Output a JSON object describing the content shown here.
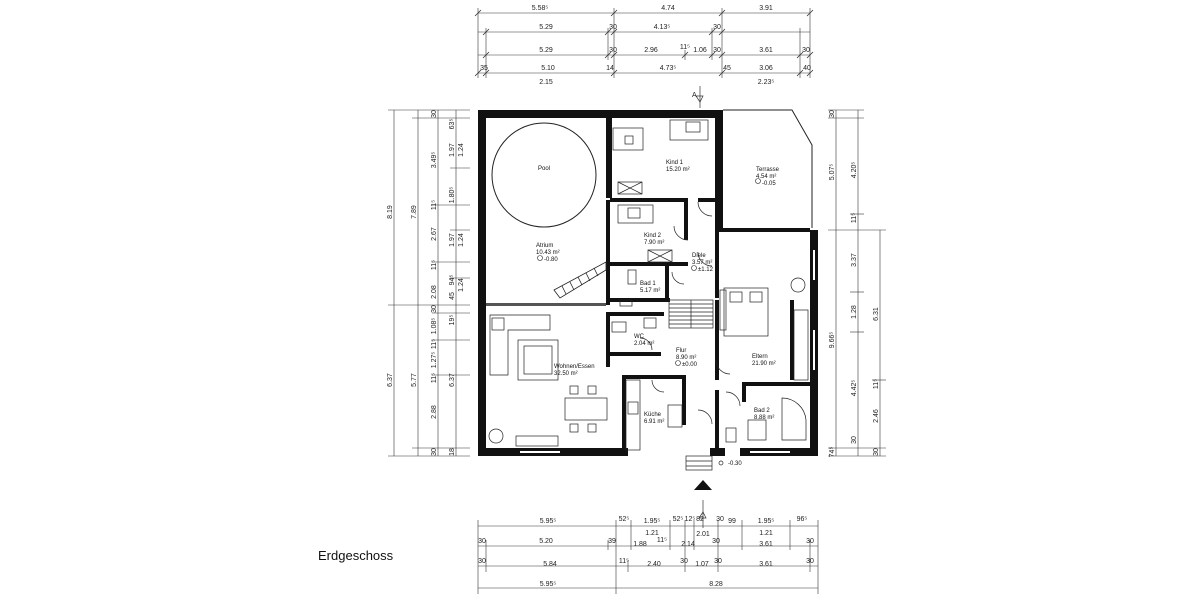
{
  "caption": "Erdgeschoss",
  "dims_top": {
    "row1": [
      "5.58⁵",
      "4.74",
      "3.91"
    ],
    "row2": [
      "5.29",
      "30",
      "4.13⁵",
      "30"
    ],
    "row3": [
      "5.29",
      "30",
      "2.96",
      "11⁵",
      "1.06",
      "30",
      "3.61",
      "30"
    ],
    "row4": [
      "35",
      "5.10",
      "14",
      "4.73⁵",
      "45",
      "3.06",
      "40"
    ],
    "row5": [
      "2.15",
      "2.23⁵"
    ]
  },
  "dims_bottom": {
    "row1": [
      "5.95⁵",
      "52⁵",
      "1.95⁵",
      "52⁵",
      "12⁵",
      "30",
      "99",
      "1.95⁵",
      "96⁵"
    ],
    "row1b": [
      "1.21",
      "82",
      "1.21"
    ],
    "row2": [
      "30",
      "5.20",
      "39",
      "1.88",
      "11⁵",
      "2.14",
      "30",
      "3.61",
      "30"
    ],
    "row2b": [
      "2.01"
    ],
    "row3": [
      "30",
      "5.84",
      "11⁵",
      "2.40",
      "30",
      "1.07",
      "30",
      "3.61",
      "30"
    ],
    "row4": [
      "5.95⁵",
      "8.28"
    ]
  },
  "dims_left": {
    "total": [
      "8.19",
      "6.37"
    ],
    "col2": [
      "7.89",
      "5.77"
    ],
    "col3": [
      "30",
      "3.49⁵",
      "11⁵",
      "2.67",
      "11⁵",
      "2.08",
      "30",
      "1.08⁵",
      "11⁵",
      "1.27⁵",
      "11⁵",
      "2.88",
      "30"
    ],
    "col4": [
      "63⁵",
      "1.97",
      "1.80⁵",
      "1.97",
      "94⁵",
      "45",
      "19⁵",
      "6.37",
      "18"
    ],
    "col5": [
      "1.24",
      "1.24",
      "1.24"
    ]
  },
  "dims_right": {
    "col1": [
      "30",
      "5.07⁵",
      "9.66⁵",
      "74⁵"
    ],
    "col2": [
      "4.20⁵",
      "11⁵",
      "3.37",
      "1.28",
      "4.42⁵",
      "30"
    ],
    "col3": [
      "6.31",
      "11⁵",
      "2.46",
      "30"
    ]
  },
  "rooms": {
    "pool": "Pool",
    "kind1": [
      "Kind 1",
      "15.20 m²"
    ],
    "terrasse": [
      "Terrasse",
      "4.54 m²",
      "-0.05"
    ],
    "atrium": [
      "Atrium",
      "10.43 m²",
      "-0.80"
    ],
    "kind2": [
      "Kind 2",
      "7.90 m²"
    ],
    "diele": [
      "Diele",
      "3.57 m²",
      "±1.12"
    ],
    "bad1": [
      "Bad 1",
      "5.17 m²"
    ],
    "wc": [
      "WC",
      "2.04 m²"
    ],
    "flur": [
      "Flur",
      "8.90 m²",
      "±0.00"
    ],
    "eltern": [
      "Eltern",
      "21.90 m²"
    ],
    "wohnen": [
      "Wohnen/Essen",
      "32.50 m²"
    ],
    "kueche": [
      "Küche",
      "6.91 m²"
    ],
    "bad2": [
      "Bad 2",
      "8.88 m²"
    ]
  },
  "entrance_level": "-0.30",
  "section_marker": "A"
}
